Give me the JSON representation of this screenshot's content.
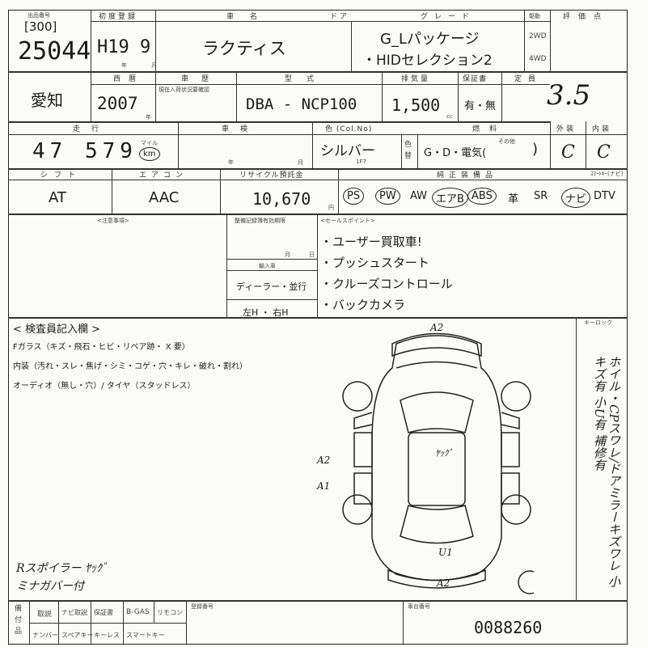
{
  "header": {
    "lot_label": "出品番号",
    "lot_sub": "[300]",
    "lot_number": "25044",
    "first_reg_label": "初度登録",
    "first_reg": "H19 9",
    "nen_tsuki": "年 月",
    "car_name_label": "車名",
    "car_name": "ラクティス",
    "door_label": "ドア",
    "grade_label": "グレード",
    "grade_line1": "G_Lパッケージ",
    "grade_line2": "・HIDセレクション2",
    "drive_label": "駆動",
    "drive_2wd": "2WD",
    "drive_4wd": "4WD",
    "score_label": "評価点",
    "score": "3.5"
  },
  "row2": {
    "region": "愛知",
    "year_label": "西暦",
    "year": "2007",
    "year_suffix": "年",
    "inspection_label": "車歴",
    "inspection_sub": "現在入荷状況要確認",
    "model_label": "型式",
    "model": "DBA - NCP100",
    "cc_label": "排気量",
    "cc": "1,500",
    "cc_unit": "cc",
    "warranty_label": "保証書",
    "warranty": "有・無",
    "capacity_label": "定員"
  },
  "row3": {
    "mileage_label": "走行",
    "mileage": "47 579",
    "mileage_unit_top": "マイル",
    "mileage_unit": "km",
    "shaken_label": "車検",
    "shaken_y": "年",
    "shaken_m": "月",
    "color_label": "色 (Col.No)",
    "color": "シルバー",
    "color_code": "1F7",
    "color_change": "色 替",
    "fuel_label": "燃料",
    "fuel": "G・D・電気(",
    "fuel_close": ")",
    "fuel_other": "その他",
    "exterior_label": "外装",
    "exterior": "C",
    "interior_label": "内装",
    "interior": "C"
  },
  "row4": {
    "shift_label": "シフト",
    "shift": "AT",
    "ac_label": "エアコン",
    "ac": "AAC",
    "recycle_label": "リサイクル預託金",
    "recycle": "10,670",
    "recycle_unit": "円",
    "equipment_label": "純正装備品",
    "equipment": [
      "PS",
      "PW",
      "AW",
      "エアB",
      "ABS",
      "革",
      "SR",
      "ナビ",
      "DTV"
    ],
    "tv_label": "ｽﾏｰﾄｷｰ(ナビ)"
  },
  "notes": {
    "caution_label": "<注意事項>",
    "warranty_period_label": "整備記録簿有効期限",
    "month": "月",
    "day": "日",
    "import_label": "輸入車",
    "import_value": "ディーラー・並行",
    "steering": "左H ・ 右H",
    "selling_points_label": "<セールスポイント>",
    "selling_points": [
      "・ユーザー買取車!",
      "・プッシュスタート",
      "・クルーズコントロール",
      "・バックカメラ"
    ]
  },
  "inspector": {
    "label": "< 検査員記入欄 >",
    "line1": "Fガラス（キズ・飛石・ヒビ・リペア跡・ X 要）",
    "line2": "内装（汚れ・スレ・焦げ・シミ・コゲ・穴・キレ・破れ・割れ）",
    "line3": "オーディオ（無し・穴）/ タイヤ（スタッドレス）",
    "hand1": "Rスポイラー ﾔｯｸﾞ",
    "hand2": "ミナガバー付",
    "diagram_marks": [
      "A2",
      "A2",
      "A1",
      "ﾔｯｸﾞ",
      "U1",
      "A2"
    ],
    "side_label": "ホイール・CP",
    "side_text": "ホイル・CPスワレ/ドアミラーキズワレ 小キズ有 小U有 補修有",
    "keyrock": "キーロック"
  },
  "footer": {
    "items_top": [
      "取説",
      "ナビ取説",
      "保証書",
      "B-GAS",
      "リモコン"
    ],
    "items_bottom": [
      "ナンバー",
      "スペアキー",
      "キーレス",
      "スマートキー"
    ],
    "left_label": "備付品",
    "reg_number_label": "登録番号",
    "frame_label": "車台番号",
    "frame_number": "0088260"
  }
}
